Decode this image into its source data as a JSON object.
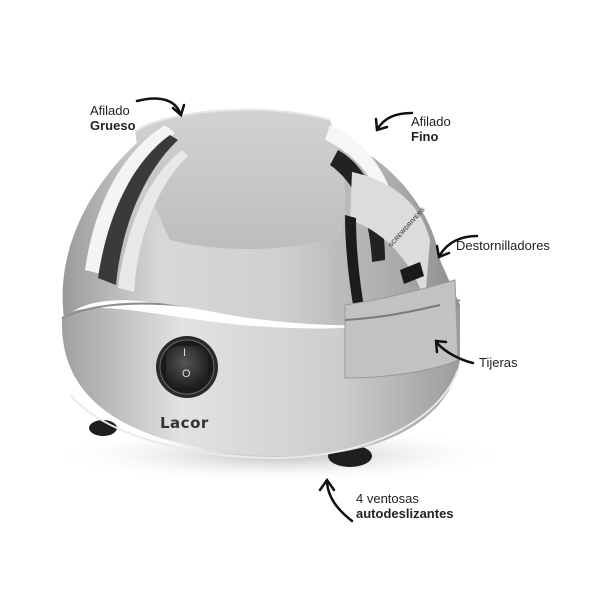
{
  "product": {
    "brand": "Lacor",
    "switch_symbols": {
      "on": "I",
      "off": "O"
    },
    "embossed_labels": {
      "screwdrivers": "SCREWDRIVERS"
    },
    "colors": {
      "body": "#c9c9c9",
      "body_highlight": "#eeeeee",
      "body_shadow": "#8f8f8f",
      "switch": "#2a2a2a",
      "feet": "#1e1e1e",
      "text": "#222222"
    }
  },
  "annotations": [
    {
      "id": "coarse",
      "line1": "Afilado",
      "line2": "Grueso"
    },
    {
      "id": "fine",
      "line1": "Afilado",
      "line2": "Fino"
    },
    {
      "id": "screwdrivers",
      "line1": "Destornilladores",
      "line2": ""
    },
    {
      "id": "scissors",
      "line1": "Tijeras",
      "line2": ""
    },
    {
      "id": "feet",
      "line1": "4 ventosas",
      "line2": "autodeslizantes"
    }
  ]
}
